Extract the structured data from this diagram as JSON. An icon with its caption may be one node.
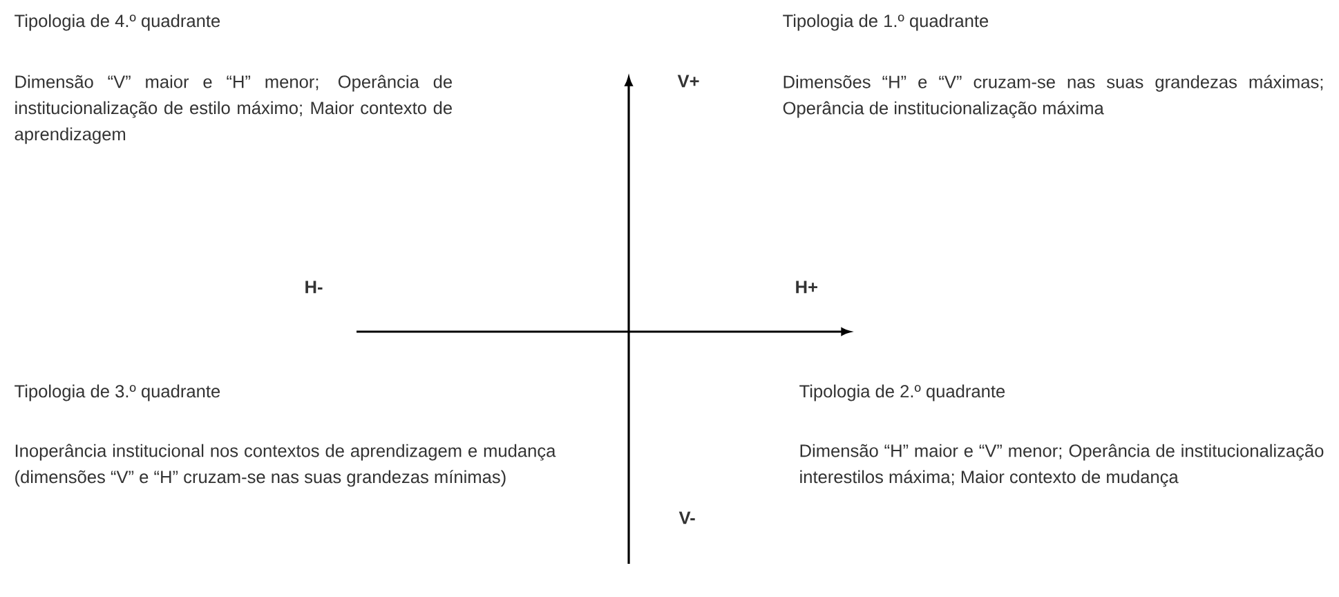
{
  "diagram": {
    "labels": [
      "Tipologia de 4.º quadrante",
      "Dimensão “V” maior e “H” menor; Operância de institucionalização de estilo máximo; Maior contexto de aprendizagem",
      "V+",
      "Tipologia de 1.º quadrante",
      "Dimensões “H” e “V” cruzam-se nas suas grandezas máximas; Operância de institucionalização máxima",
      "H-",
      "H+",
      "Tipologia de 3.º quadrante",
      "Inoperância institucional nos contextos de aprendizagem e mudança (dimensões “V” e “H” cruzam-se nas suas grandezas mínimas)",
      "Tipologia de 2.º quadrante",
      "Dimensão “H” maior e “V” menor; Operância de institucionalização interestilos máxima; Maior contexto de mudança",
      "V-"
    ]
  }
}
